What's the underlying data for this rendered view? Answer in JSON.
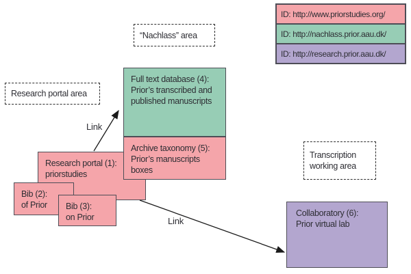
{
  "legend": {
    "items": [
      {
        "label": "ID: http://www.priorstudies.org/",
        "color": "#f5a5aa"
      },
      {
        "label": "ID: http://nachlass.prior.aau.dk/",
        "color": "#97cdb5"
      },
      {
        "label": "ID: http://research.prior.aau.dk/",
        "color": "#b3a6cf"
      }
    ]
  },
  "area_labels": {
    "nachlass": "“Nachlass” area",
    "research_portal": "Research portal area",
    "transcription": "Transcription\nworking area"
  },
  "nodes": {
    "full_text_database": "Full text database (4):\nPrior’s transcribed and\npublished manuscripts",
    "archive_taxonomy": "Archive taxonomy (5):\nPrior’s manuscripts\nboxes",
    "research_portal": "Research portal (1):\npriorstudies",
    "bib_of_prior": "Bib (2):\nof Prior",
    "bib_on_prior": "Bib (3):\non Prior",
    "collaboratory": "Collaboratory (6):\nPrior virtual lab"
  },
  "links": {
    "portal_to_fulltext": "Link",
    "portal_to_collaboratory": "Link"
  },
  "colors": {
    "pink": "#f5a5aa",
    "green": "#97cdb5",
    "purple": "#b3a6cf",
    "border": "#4d4d56",
    "text": "#2d2d33"
  }
}
